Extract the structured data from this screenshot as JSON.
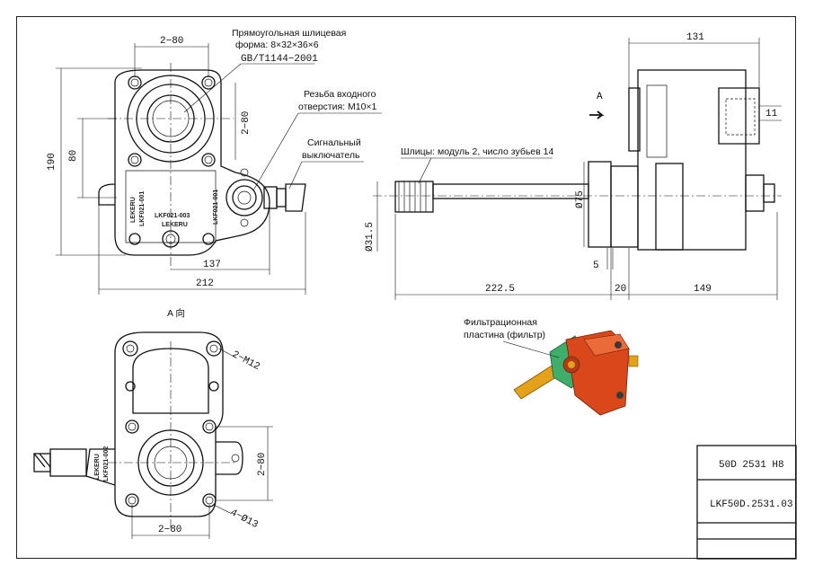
{
  "drawing": {
    "dimensions": {
      "top_bolt_spacing": "2−80",
      "side_bolt_spacing": "2−80",
      "height_190": "190",
      "center_80": "80",
      "width_137": "137",
      "width_212": "212",
      "depth_131": "131",
      "depth_11": "11",
      "shaft_dia": "Ø75",
      "spline_dia": "Ø31.5",
      "shaft_length": "222.5",
      "flange_20": "20",
      "body_149": "149",
      "offset_5": "5",
      "bottom_bolt_spacing": "2−80",
      "side_bolt_spacing_b": "2−80",
      "thread_holes": "2−M12",
      "hole_dia": "4−Ø13"
    },
    "callouts": {
      "spline_profile_1": "Прямоугольная шлицевая",
      "spline_profile_2": "форма: 8×32×36×6",
      "spline_standard": "GB/T1144−2001",
      "input_thread_1": "Резьба входного",
      "input_thread_2": "отверстия: M10×1",
      "signal_switch_1": "Сигнальный",
      "signal_switch_2": "выключатель",
      "shaft_splines": "Шлицы: модуль 2, число зубьев 14",
      "filter_plate_1": "Фильтрационная",
      "filter_plate_2": "пластина (фильтр)",
      "view_a_arrow": "A",
      "view_a_title": "A 向"
    },
    "part_markings": {
      "brand": "LEKERU",
      "part_no_1": "LKF021-003",
      "part_no_2": "LKF021-001",
      "part_no_3": "LKF021-002"
    },
    "title_block": {
      "model_code": "50D 2531 H8",
      "drawing_number": "LKF50D.2531.03"
    },
    "colors": {
      "line": "#111111",
      "housing_3d": "#d9481b",
      "plate_3d": "#3fae6a",
      "shaft_3d": "#e3a21a"
    }
  }
}
